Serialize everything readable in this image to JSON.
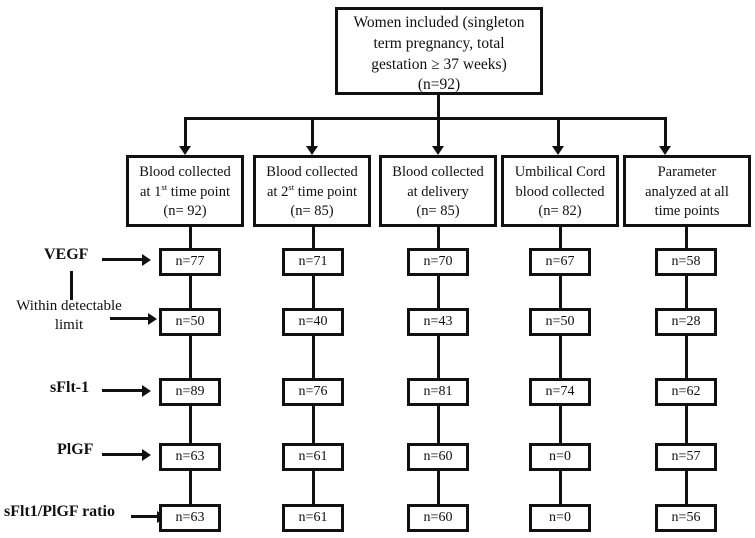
{
  "figure": {
    "top_box": {
      "line1": "Women included (singleton",
      "line2": "term pregnancy, total",
      "line3": "gestation ≥ 37 weeks)",
      "line4": "(n=92)"
    },
    "columns": [
      {
        "line1": "Blood collected",
        "l2pre": "at 1",
        "l2sup": "st",
        "l2post": " time point",
        "line3": "(n= 92)"
      },
      {
        "line1": "Blood collected",
        "l2pre": "at 2",
        "l2sup": "st",
        "l2post": " time point",
        "line3": "(n= 85)"
      },
      {
        "line1": "Blood collected",
        "l2pre": "at delivery",
        "l2sup": "",
        "l2post": "",
        "line3": "(n= 85)"
      },
      {
        "line1": "Umbilical Cord",
        "l2pre": "blood collected",
        "l2sup": "",
        "l2post": "",
        "line3": "(n= 82)"
      },
      {
        "line1": "Parameter",
        "l2pre": "analyzed at  all",
        "l2sup": "",
        "l2post": "",
        "line3": "time points"
      }
    ],
    "row_labels": {
      "vegf": "VEGF",
      "within_detectable": "Within detectable limit",
      "sflt1": "sFlt-1",
      "plgf": "PlGF",
      "ratio": "sFlt1/PlGF ratio"
    },
    "rows": [
      {
        "label": "VEGF",
        "cells": [
          "n=77",
          "n=71",
          "n=70",
          "n=67",
          "n=58"
        ]
      },
      {
        "label": "Within detectable limit",
        "cells": [
          "n=50",
          "n=40",
          "n=43",
          "n=50",
          "n=28"
        ]
      },
      {
        "label": "sFlt-1",
        "cells": [
          "n=89",
          "n=76",
          "n=81",
          "n=74",
          "n=62"
        ]
      },
      {
        "label": "PlGF",
        "cells": [
          "n=63",
          "n=61",
          "n=60",
          "n=0",
          "n=57"
        ]
      },
      {
        "label": "sFlt1/PlGF ratio",
        "cells": [
          "n=63",
          "n=61",
          "n=60",
          "n=0",
          "n=56"
        ]
      }
    ],
    "colors": {
      "ink": "#111111",
      "background": "#ffffff"
    }
  }
}
